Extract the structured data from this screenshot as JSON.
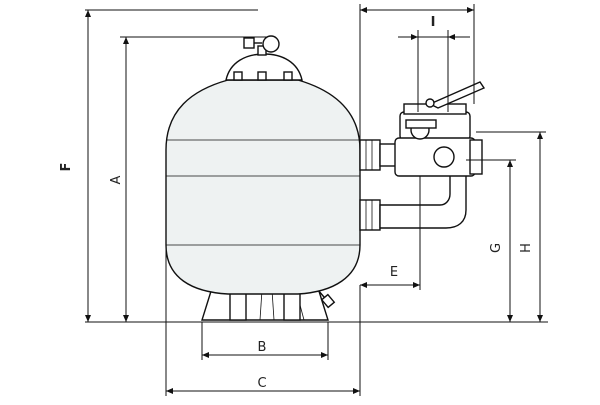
{
  "labels": {
    "A": "A",
    "B": "B",
    "C": "C",
    "E": "E",
    "F": "F",
    "G": "G",
    "H": "H",
    "I": "I"
  },
  "colors": {
    "stroke": "#111111",
    "tank_fill": "#eef2f2",
    "background": "#ffffff"
  }
}
